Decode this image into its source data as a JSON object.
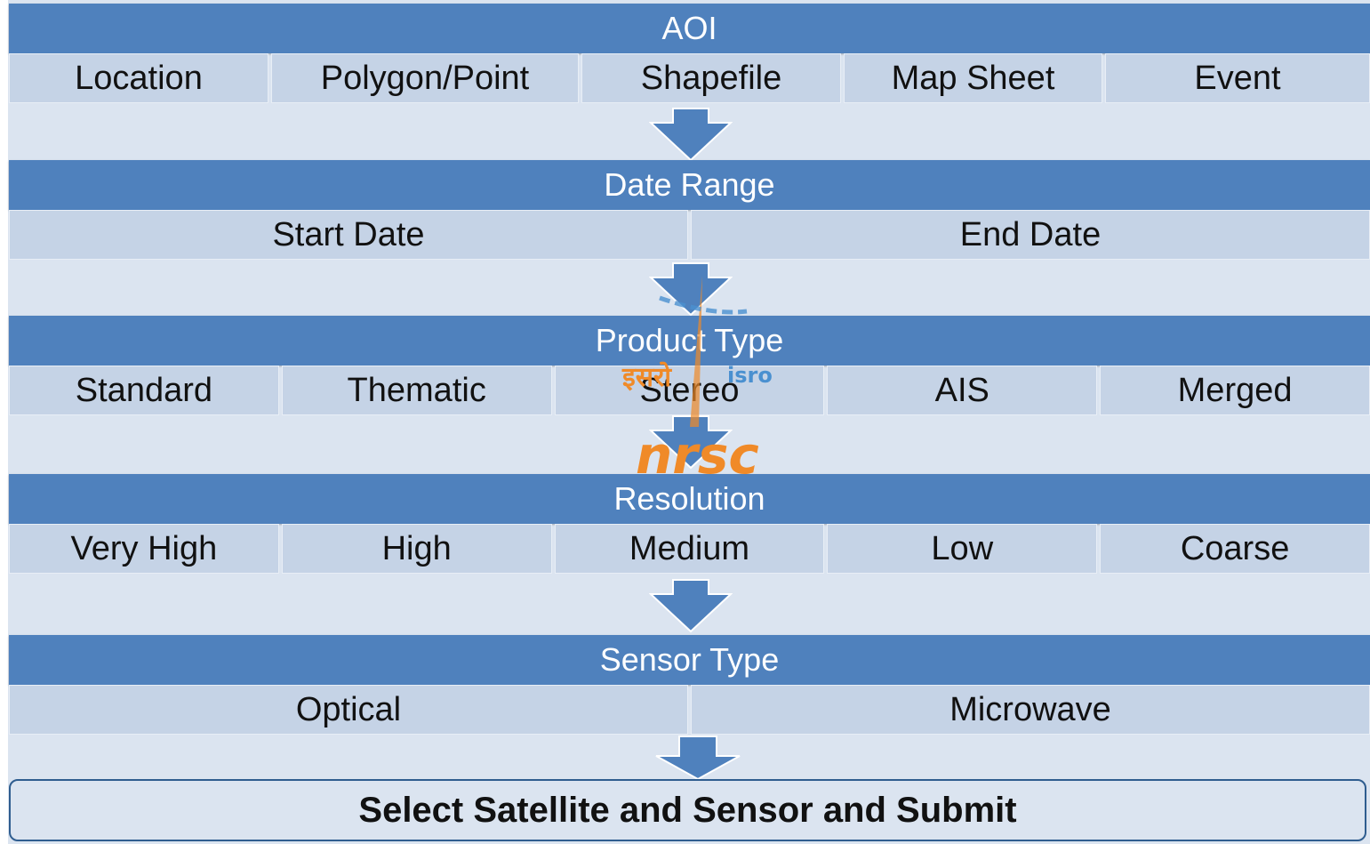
{
  "colors": {
    "header": "#4f81bd",
    "cell": "#c5d3e6",
    "background": "#dbe4f0",
    "logo": "#f08a28"
  },
  "sections": [
    {
      "title": "AOI",
      "options": [
        "Location",
        "Polygon/Point",
        "Shapefile",
        "Map Sheet",
        "Event"
      ]
    },
    {
      "title": "Date Range",
      "options": [
        "Start Date",
        "End Date"
      ]
    },
    {
      "title": "Product Type",
      "options": [
        "Standard",
        "Thematic",
        "Stereo",
        "AIS",
        "Merged"
      ]
    },
    {
      "title": "Resolution",
      "options": [
        "Very High",
        "High",
        "Medium",
        "Low",
        "Coarse"
      ]
    },
    {
      "title": "Sensor Type",
      "options": [
        "Optical",
        "Microwave"
      ]
    }
  ],
  "final_step": "Select Satellite and Sensor and Submit",
  "logo": {
    "hindi": "इसरो",
    "isro": "isro",
    "nrsc": "nrsc"
  }
}
